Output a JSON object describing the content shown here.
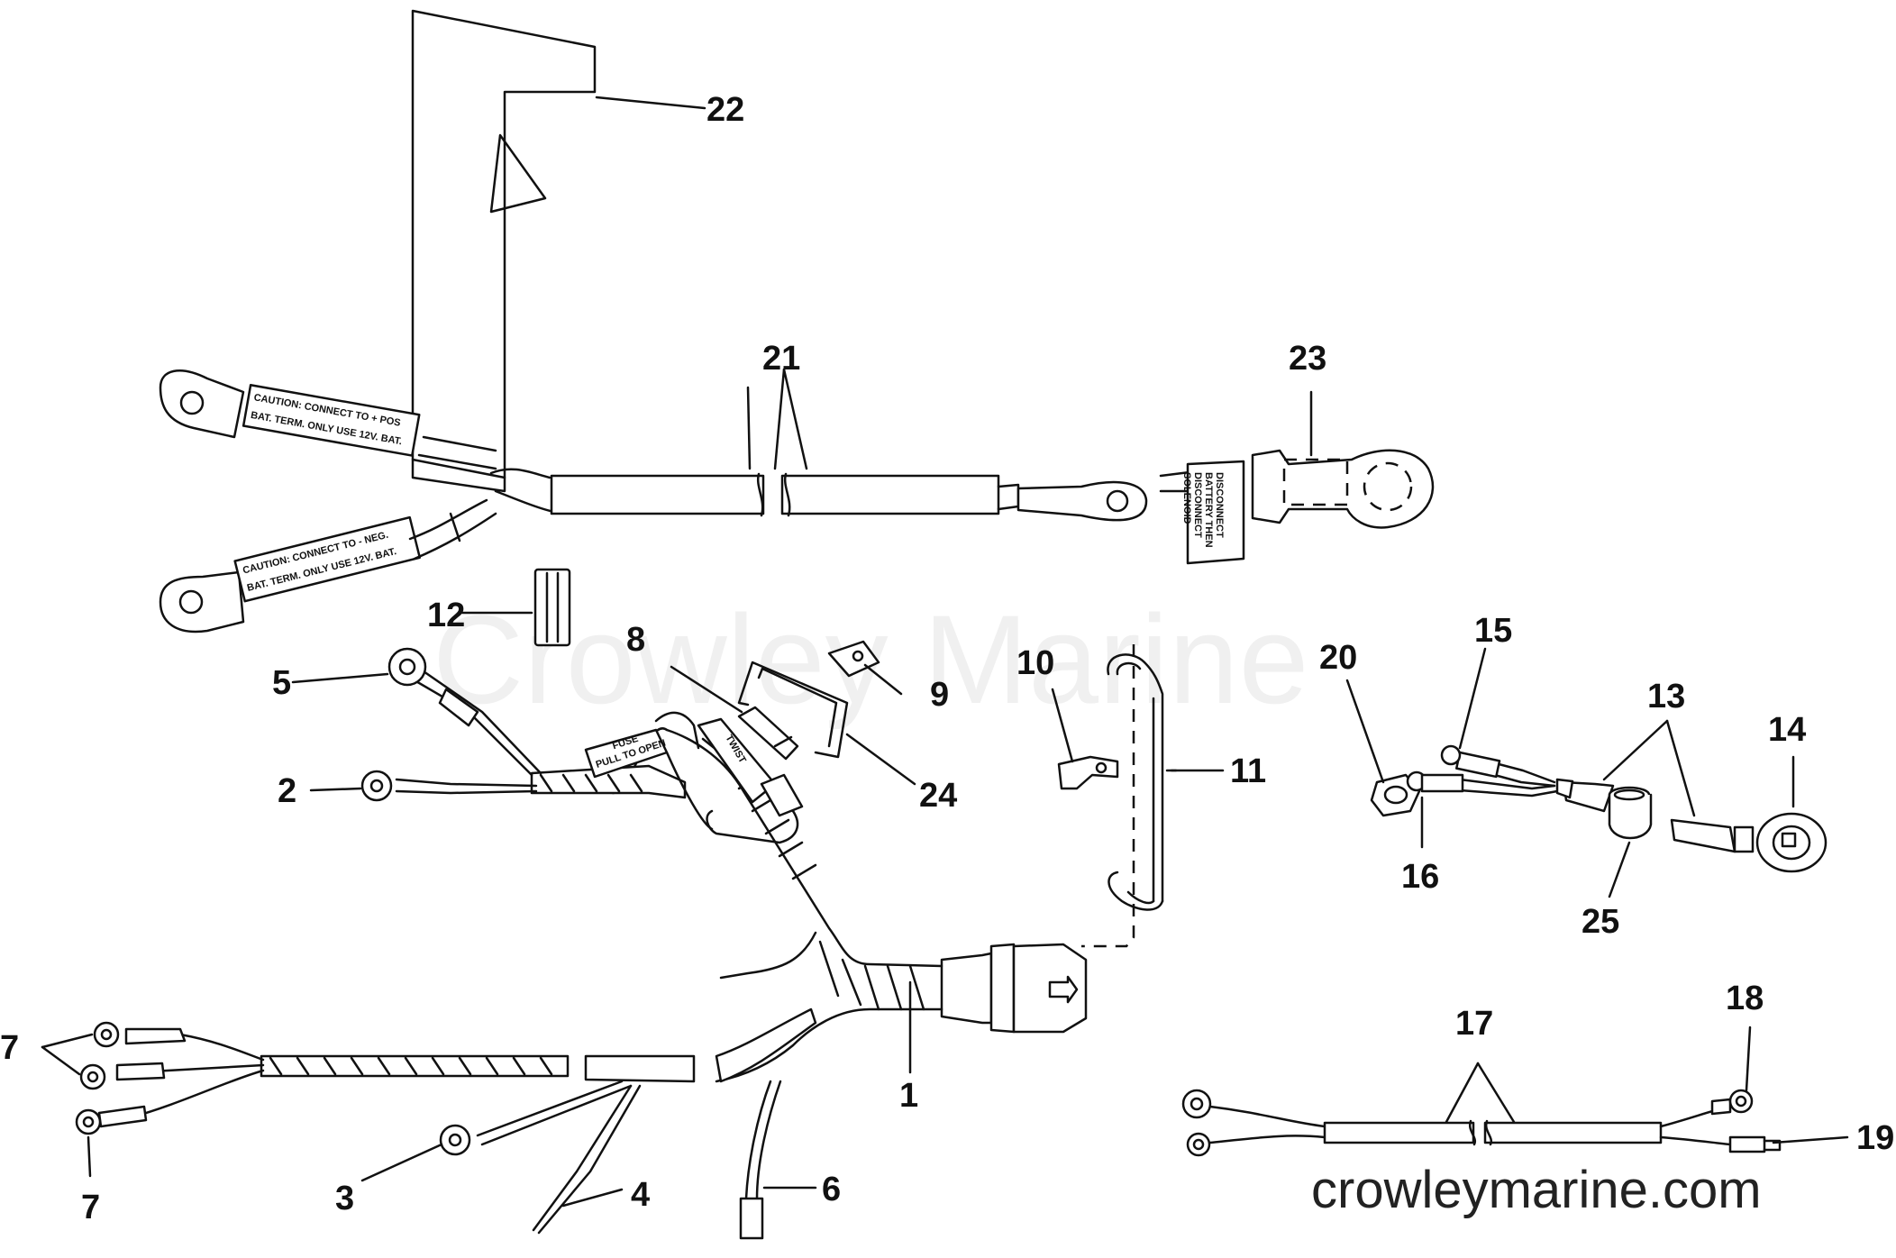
{
  "watermark": "Crowley Marine",
  "site_url": "crowleymarine.com",
  "labels": {
    "caution_pos_line1": "CAUTION: CONNECT TO + POS",
    "caution_pos_line2": "BAT. TERM. ONLY USE 12V. BAT.",
    "caution_neg_line1": "CAUTION: CONNECT TO - NEG.",
    "caution_neg_line2": "BAT. TERM. ONLY USE 12V. BAT.",
    "disconnect_line1": "DISCONNECT",
    "disconnect_line2": "BATTERY THEN",
    "disconnect_line3": "DISCONNECT",
    "disconnect_line4": "SOLENOID",
    "fuse_line1": "FUSE",
    "fuse_line2": "PULL TO OPEN",
    "twist": "TWIST"
  },
  "callouts": {
    "c1": "1",
    "c2": "2",
    "c3": "3",
    "c4": "4",
    "c5": "5",
    "c6": "6",
    "c7": "7",
    "c8": "8",
    "c9": "9",
    "c10": "10",
    "c11": "11",
    "c12": "12",
    "c13": "13",
    "c14": "14",
    "c15": "15",
    "c16": "16",
    "c17": "17",
    "c18": "18",
    "c19": "19",
    "c20": "20",
    "c21": "21",
    "c22": "22",
    "c23": "23",
    "c24": "24",
    "c25": "25"
  },
  "colors": {
    "ink": "#111111",
    "paper": "#ffffff",
    "watermark": "#000000"
  }
}
